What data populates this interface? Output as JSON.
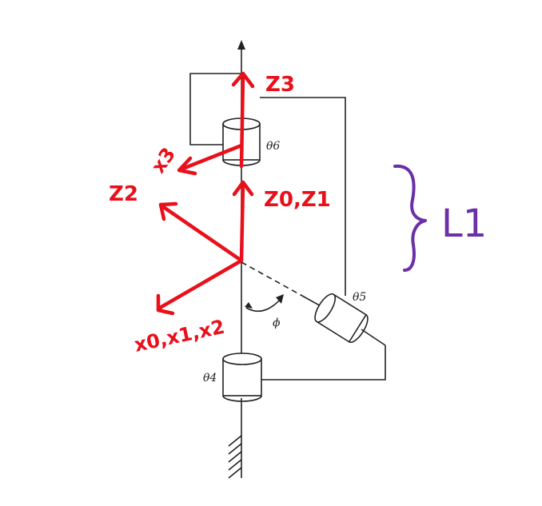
{
  "joints": {
    "theta6": "θ6",
    "theta5": "θ5",
    "theta4": "θ4",
    "phi": "ϕ"
  },
  "annotations": {
    "z3": "Z3",
    "x3": "x3",
    "z2": "Z2",
    "z0z1": "Z0,Z1",
    "x0x1x2": "x0,x1,x2",
    "L1": "L1"
  },
  "colors": {
    "annotation": "#e8101b",
    "brace": "#6b2fa6",
    "mechanism": "#222222"
  }
}
